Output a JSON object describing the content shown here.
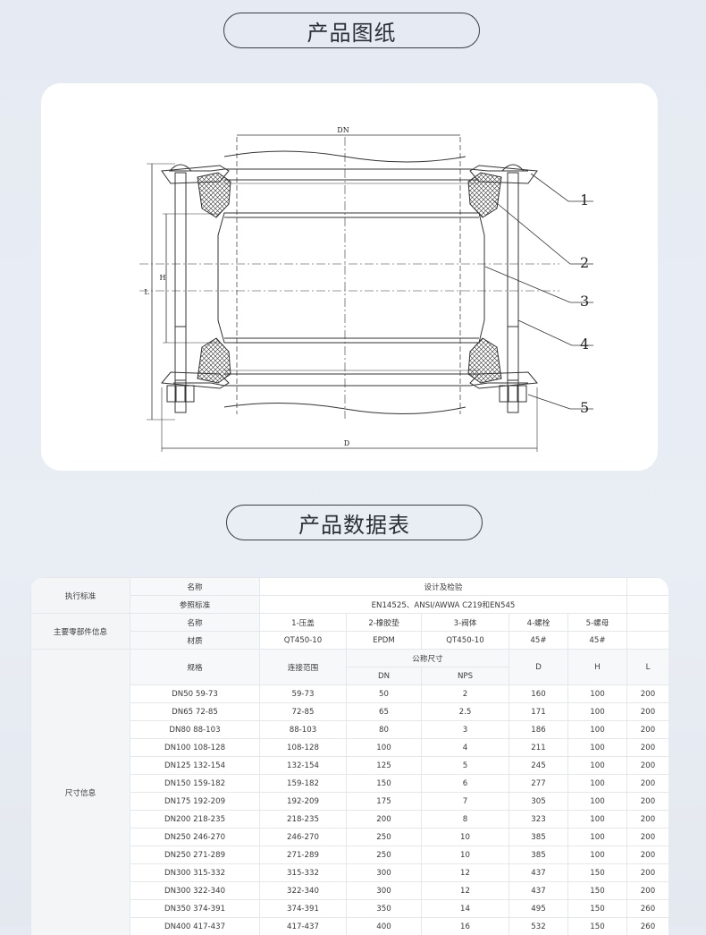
{
  "sections": {
    "drawing_title": "产品图纸",
    "table_title": "产品数据表"
  },
  "drawing": {
    "dim_dn": "DN",
    "dim_h": "H",
    "dim_l": "L",
    "dim_d": "D",
    "callouts": [
      "1",
      "2",
      "3",
      "4",
      "5"
    ]
  },
  "table": {
    "standard_group": "执行标准",
    "parts_group": "主要零部件信息",
    "size_group": "尺寸信息",
    "row_name_label": "名称",
    "row_name_value": "设计及检验",
    "row_ref_label": "参照标准",
    "row_ref_value": "EN14525、ANSI/AWWA C219和EN545",
    "parts_name_label": "名称",
    "parts_names": [
      "1-压盖",
      "2-橡胶垫",
      "3-阀体",
      "4-螺栓",
      "5-螺母"
    ],
    "parts_material_label": "材质",
    "parts_materials": [
      "QT450-10",
      "EPDM",
      "QT450-10",
      "45#",
      "45#"
    ],
    "col_spec": "规格",
    "col_range": "连接范围",
    "col_nominal": "公称尺寸",
    "col_dn": "DN",
    "col_nps": "NPS",
    "col_d": "D",
    "col_h": "H",
    "col_l": "L",
    "rows": [
      {
        "spec": "DN50 59-73",
        "range": "59-73",
        "dn": "50",
        "nps": "2",
        "d": "160",
        "h": "100",
        "l": "200"
      },
      {
        "spec": "DN65 72-85",
        "range": "72-85",
        "dn": "65",
        "nps": "2.5",
        "d": "171",
        "h": "100",
        "l": "200"
      },
      {
        "spec": "DN80 88-103",
        "range": "88-103",
        "dn": "80",
        "nps": "3",
        "d": "186",
        "h": "100",
        "l": "200"
      },
      {
        "spec": "DN100 108-128",
        "range": "108-128",
        "dn": "100",
        "nps": "4",
        "d": "211",
        "h": "100",
        "l": "200"
      },
      {
        "spec": "DN125 132-154",
        "range": "132-154",
        "dn": "125",
        "nps": "5",
        "d": "245",
        "h": "100",
        "l": "200"
      },
      {
        "spec": "DN150 159-182",
        "range": "159-182",
        "dn": "150",
        "nps": "6",
        "d": "277",
        "h": "100",
        "l": "200"
      },
      {
        "spec": "DN175 192-209",
        "range": "192-209",
        "dn": "175",
        "nps": "7",
        "d": "305",
        "h": "100",
        "l": "200"
      },
      {
        "spec": "DN200 218-235",
        "range": "218-235",
        "dn": "200",
        "nps": "8",
        "d": "323",
        "h": "100",
        "l": "200"
      },
      {
        "spec": "DN250 246-270",
        "range": "246-270",
        "dn": "250",
        "nps": "10",
        "d": "385",
        "h": "100",
        "l": "200"
      },
      {
        "spec": "DN250 271-289",
        "range": "271-289",
        "dn": "250",
        "nps": "10",
        "d": "385",
        "h": "100",
        "l": "200"
      },
      {
        "spec": "DN300 315-332",
        "range": "315-332",
        "dn": "300",
        "nps": "12",
        "d": "437",
        "h": "150",
        "l": "200"
      },
      {
        "spec": "DN300 322-340",
        "range": "322-340",
        "dn": "300",
        "nps": "12",
        "d": "437",
        "h": "150",
        "l": "200"
      },
      {
        "spec": "DN350 374-391",
        "range": "374-391",
        "dn": "350",
        "nps": "14",
        "d": "495",
        "h": "150",
        "l": "260"
      },
      {
        "spec": "DN400 417-437",
        "range": "417-437",
        "dn": "400",
        "nps": "16",
        "d": "532",
        "h": "150",
        "l": "260"
      }
    ]
  }
}
